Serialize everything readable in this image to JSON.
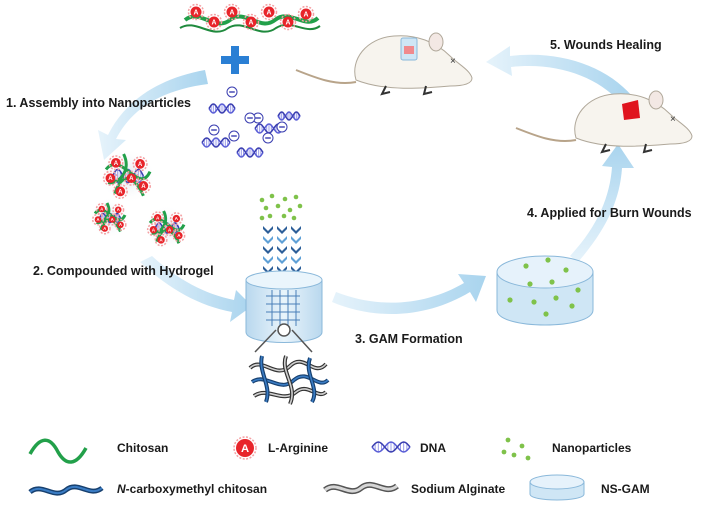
{
  "steps": {
    "s1": "1. Assembly into Nanoparticles",
    "s2": "2. Compounded with Hydrogel",
    "s3": "3. GAM Formation",
    "s4": "4. Applied for Burn Wounds",
    "s5": "5. Wounds Healing"
  },
  "legend": {
    "chitosan": "Chitosan",
    "larginine": "L-Arginine",
    "dna": "DNA",
    "nanoparticles": "Nanoparticles",
    "ncmc_prefix": "N",
    "ncmc_rest": "-carboxymethyl chitosan",
    "alginate": "Sodium Alginate",
    "nsgam": "NS-GAM"
  },
  "symbols": {
    "arginine_letter": "A",
    "minus": "−",
    "mouse_eye": "×"
  },
  "colors": {
    "chitosan": "#22a04a",
    "arginine": "#e8242a",
    "dna": "#5a5ed6",
    "nanoparticle": "#7fc24a",
    "ncmc": "#1f5aa6",
    "alginate": "#9a9a9a",
    "arrow": "#bfe0f2",
    "plus": "#2a7fd4",
    "gam": "#cfe6f5",
    "wound": "#e0141e"
  }
}
